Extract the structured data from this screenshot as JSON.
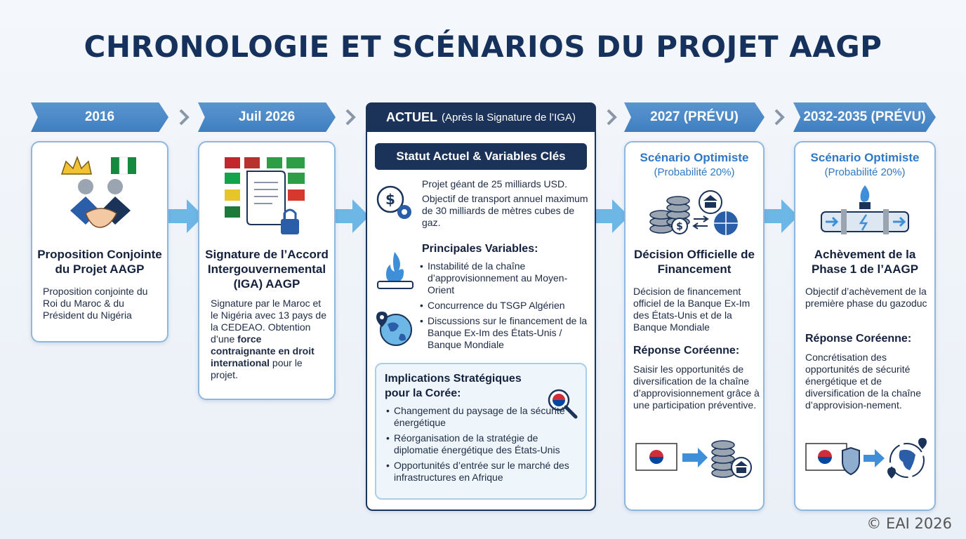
{
  "title": "CHRONOLOGIE ET SCÉNARIOS DU PROJET AAGP",
  "stages": [
    {
      "header": "2016",
      "card_title": "Proposition Conjointe du Projet AAGP",
      "text": "Proposition conjointe du Roi du Maroc & du Président du Nigéria"
    },
    {
      "header": "Juil 2026",
      "card_title": "Signature de l’Accord Intergouvernemental (IGA) AAGP",
      "text_before": "Signature par le Maroc et le Nigéria avec 13 pays de la CEDEAO. Obtention d’une",
      "text_bold": "force contraignante en droit international",
      "text_after": "pour le projet."
    },
    {
      "header_main": "ACTUEL",
      "header_sub": "(Après la Signature de l’IGA)",
      "pill": "Statut Actuel & Variables Clés",
      "status_1": "Projet géant de 25 milliards USD.",
      "status_2": "Objectif de transport annuel maximum de 30 milliards de mètres cubes de gaz.",
      "variables_title": "Principales Variables:",
      "variables": [
        "Instabilité de la chaîne d’approvisionnement au Moyen-Orient",
        "Concurrence du TSGP Algérien",
        "Discussions sur le financement de la Banque Ex-Im des États-Unis / Banque Mondiale"
      ],
      "implications_title": "Implications Stratégiques pour la Corée:",
      "implications": [
        "Changement du paysage de la sécurité énergétique",
        "Réorganisation de la stratégie de diplomatie énergétique des États-Unis",
        "Opportunités d’entrée sur le marché des infrastructures en Afrique"
      ]
    },
    {
      "header": "2027 (PRÉVU)",
      "scenario": "Scénario Optimiste",
      "probability": "(Probabilité 20%)",
      "card_title": "Décision Officielle de Financement",
      "text": "Décision de financement officiel de la Banque Ex-Im des États-Unis et de la Banque Mondiale",
      "response_title": "Réponse Coréenne:",
      "response": "Saisir les opportunités de diversification de la chaîne d’approvisionnement grâce à une participation préventive."
    },
    {
      "header": "2032-2035 (PRÉVU)",
      "scenario": "Scénario Optimiste",
      "probability": "(Probabilité 20%)",
      "card_title": "Achèvement de la Phase 1 de l’AAGP",
      "text": "Objectif d’achèvement de la première phase du gazoduc",
      "response_title": "Réponse Coréenne:",
      "response": "Concrétisation des opportunités de sécurité énergétique et de diversification de la chaîne d’approvision-nement."
    }
  ],
  "copyright": "© EAI 2026",
  "colors": {
    "navy": "#1b3359",
    "ribbon": "#4a8ac8",
    "accent": "#2f78c4",
    "border": "#8fb6dd"
  },
  "icons": [
    "crown-icon",
    "nigeria-flag-icon",
    "handshake-icon",
    "flags-icon",
    "document-lock-icon",
    "dollar-gear-icon",
    "gas-pipe-icon",
    "globe-location-icon",
    "korea-magnifier-icon",
    "coins-bank-globe-icon",
    "pipeline-flame-icon",
    "korea-to-coins-icon",
    "korea-shield-africa-icon"
  ]
}
